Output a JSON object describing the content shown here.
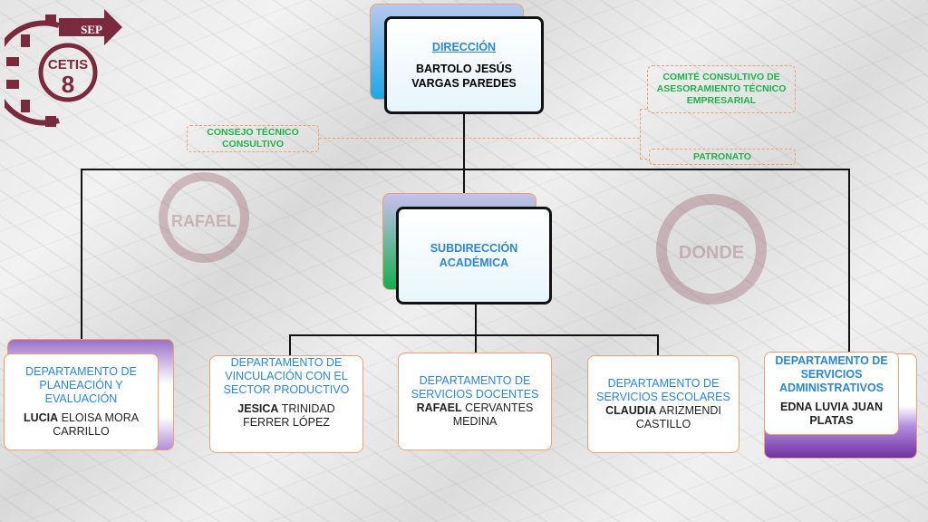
{
  "logo": {
    "text_top": "SEP",
    "text_mid": "CETIS",
    "text_num": "8"
  },
  "watermark": {
    "text": "RAFAEL DONDE CETIS"
  },
  "direccion": {
    "title": "DIRECCIÓN",
    "name_line1": "BARTOLO JESÚS",
    "name_line2": "VARGAS PAREDES"
  },
  "subdireccion": {
    "title_line1": "SUBDIRECCIÓN",
    "title_line2": "ACADÉMICA"
  },
  "advisory": {
    "consejo_line1": "CONSEJO TÉCNICO",
    "consejo_line2": "CONSULTIVO",
    "comite_line1": "COMITÉ CONSULTIVO DE",
    "comite_line2": "ASESORAMIENTO TÉCNICO",
    "comite_line3": "EMPRESARIAL",
    "patronato": "PATRONATO"
  },
  "departments": [
    {
      "title": "DEPARTAMENTO DE PLANEACIÓN Y EVALUACIÓN",
      "name_bold": "LUCIA",
      "name_rest": " ELOISA MORA CARRILLO"
    },
    {
      "title": "DEPARTAMENTO DE VINCULACIÓN CON EL SECTOR PRODUCTIVO",
      "name_bold": "JESICA",
      "name_rest": " TRINIDAD FERRER LÓPEZ"
    },
    {
      "title": "DEPARTAMENTO DE SERVICIOS DOCENTES",
      "name_bold": "RAFAEL",
      "name_rest": " CERVANTES MEDINA"
    },
    {
      "title": "DEPARTAMENTO DE SERVICIOS ESCOLARES",
      "name_bold": "CLAUDIA",
      "name_rest": " ARIZMENDI CASTILLO"
    },
    {
      "title": "DEPARTAMENTO DE SERVICIOS ADMINISTRATIVOS",
      "name_bold": "EDNA LUVIA JUAN PLATAS",
      "name_rest": ""
    }
  ]
}
